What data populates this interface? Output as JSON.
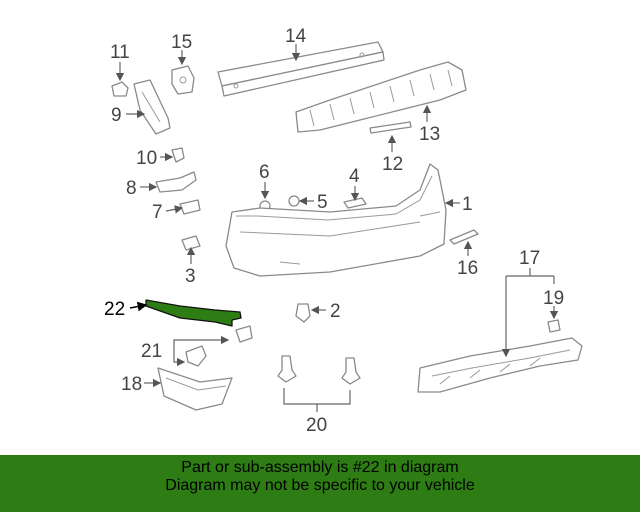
{
  "labels": [
    "1",
    "2",
    "3",
    "4",
    "5",
    "6",
    "7",
    "8",
    "9",
    "10",
    "11",
    "12",
    "13",
    "14",
    "15",
    "16",
    "17",
    "18",
    "19",
    "20",
    "21",
    "22"
  ],
  "highlight": {
    "part": "22",
    "color": "#2e7d14"
  },
  "banner": {
    "line1": "Part or sub-assembly is #22 in diagram",
    "line2": "Diagram may not be specific to your vehicle",
    "color": "#2e7d14"
  }
}
